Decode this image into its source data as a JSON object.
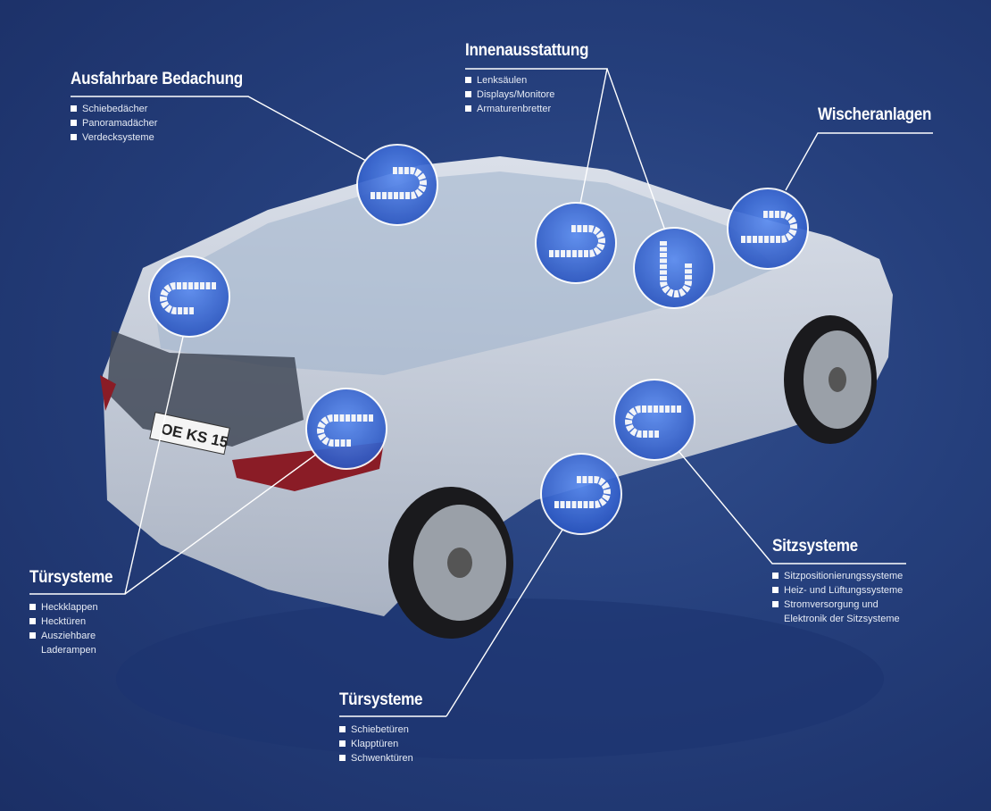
{
  "sections": {
    "roof": {
      "title": "Ausfahrbare Bedachung",
      "items": [
        "Schiebedächer",
        "Panoramadächer",
        "Verdecksysteme"
      ]
    },
    "interior": {
      "title": "Innenausstattung",
      "items": [
        "Lenksäulen",
        "Displays/Monitore",
        "Armaturenbretter"
      ]
    },
    "wipers": {
      "title": "Wischeranlagen",
      "items": []
    },
    "rear_doors": {
      "title": "Türsysteme",
      "items": [
        "Heckklappen",
        "Hecktüren",
        "Ausziehbare",
        "Laderampen"
      ]
    },
    "seats": {
      "title": "Sitzsysteme",
      "items": [
        "Sitzpositionierungssysteme",
        "Heiz- und Lüftungssysteme",
        "Stromversorgung und",
        "Elektronik der Sitzsysteme"
      ]
    },
    "side_doors": {
      "title": "Türsysteme",
      "items": [
        "Schiebetüren",
        "Klapptüren",
        "Schwenktüren"
      ]
    }
  },
  "license_plate": "OE KS 15",
  "colors": {
    "background": "#253f7c",
    "circle": "#3f6fd6",
    "line": "#ffffff"
  }
}
